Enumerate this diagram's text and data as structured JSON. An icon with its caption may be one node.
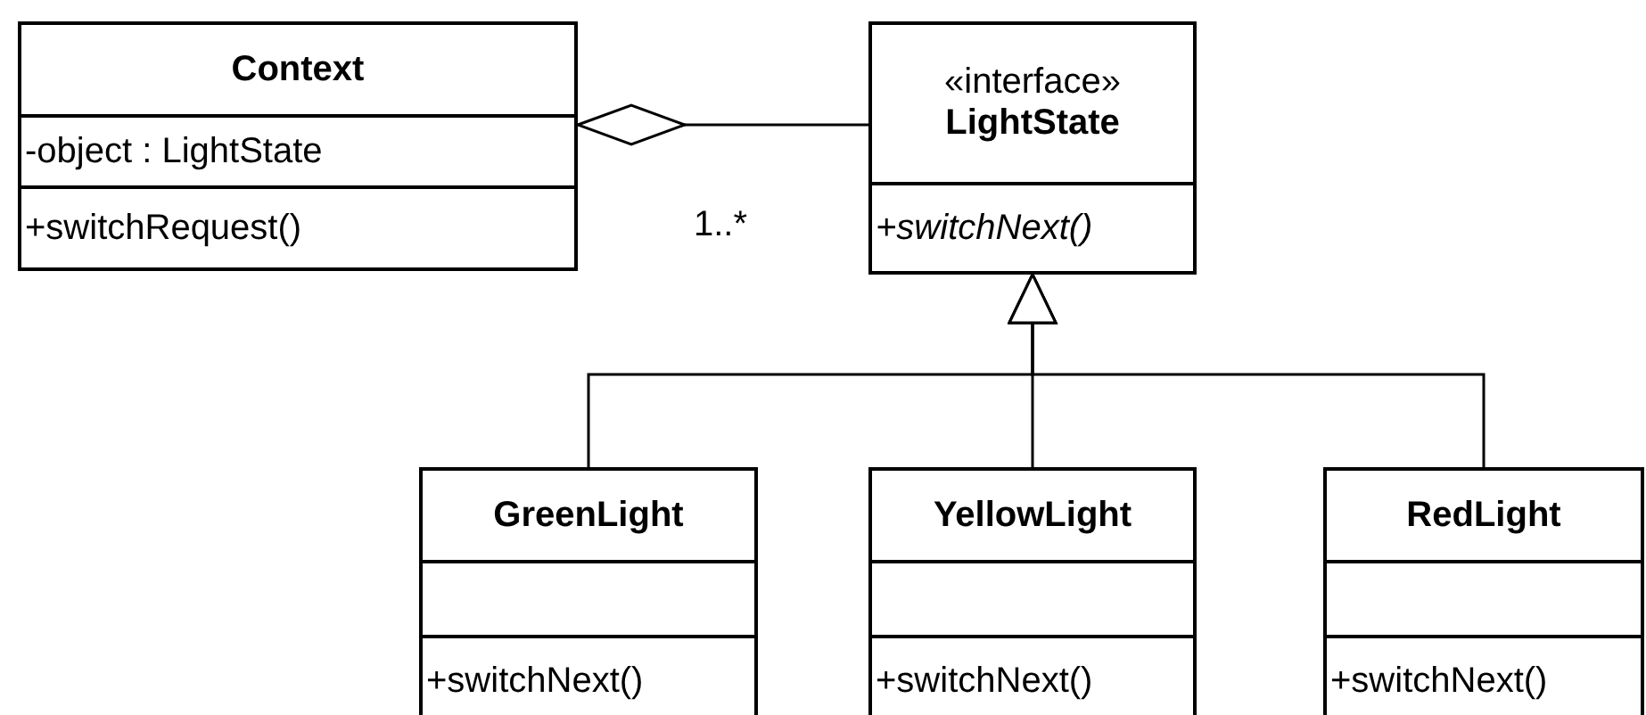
{
  "diagram": {
    "nodes": [
      {
        "text": [
          "Context",
          "-object : LightState",
          "+switchRequest()"
        ]
      },
      {
        "text": [
          "«interface»",
          "LightState",
          "+switchNext()"
        ]
      },
      {
        "text": [
          "GreenLight",
          "+switchNext()"
        ]
      },
      {
        "text": [
          "YellowLight",
          "+switchNext()"
        ]
      },
      {
        "text": [
          "RedLight",
          "+switchNext()"
        ]
      }
    ],
    "edges": [
      {
        "from": 0,
        "to": 1,
        "arrow": "other",
        "label": "1..*"
      },
      {
        "from": 2,
        "to": 1,
        "arrow": "to"
      },
      {
        "from": 3,
        "to": 1,
        "arrow": "to"
      },
      {
        "from": 4,
        "to": 1,
        "arrow": "to"
      }
    ]
  }
}
